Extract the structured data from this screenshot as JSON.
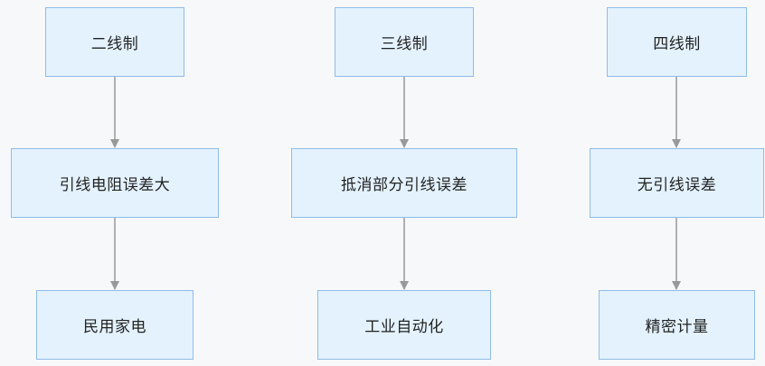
{
  "columns": [
    {
      "top": "二线制",
      "middle": "引线电阻误差大",
      "bottom": "民用家电"
    },
    {
      "top": "三线制",
      "middle": "抵消部分引线误差",
      "bottom": "工业自动化"
    },
    {
      "top": "四线制",
      "middle": "无引线误差",
      "bottom": "精密计量"
    }
  ],
  "colors": {
    "background": "#f7f8fa",
    "node_fill": "#e3f2fd",
    "node_border": "#90bce8",
    "arrow": "#999999"
  }
}
